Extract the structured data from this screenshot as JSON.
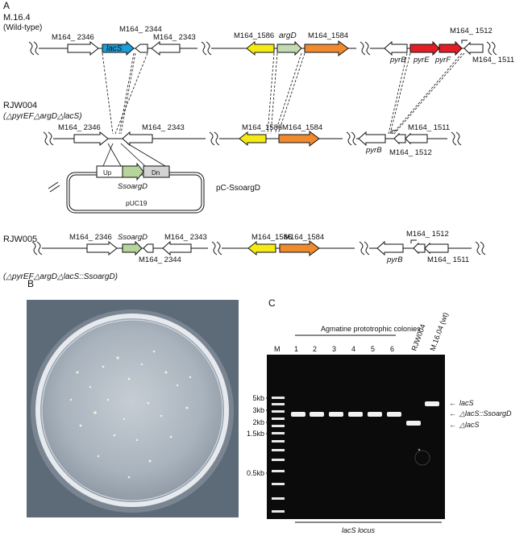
{
  "panels": {
    "a": "A",
    "b": "B",
    "c": "C"
  },
  "panel_a": {
    "wt_strain": "M.16.4",
    "wt_note": "(Wild-type)",
    "rjw004": "RJW004",
    "rjw004_geno": "(△pyrEF△argD△lacS)",
    "rjw005": "RJW005",
    "rjw005_geno": "(△pyrEF△argD△lacS::SsoargD)",
    "plasmid_name": "pC-SsoargD",
    "plasmid_backbone": "pUC19",
    "plasmid_insert": "SsoargD",
    "plasmid_up": "Up",
    "plasmid_dn": "Dn",
    "genes": {
      "m2346": "M164_ 2346",
      "m2344": "M164_ 2344",
      "m2343": "M164_ 2343",
      "m1586": "M164_1586",
      "m1584": "M164_1584",
      "m1512": "M164_ 1512",
      "m1511": "M164_ 1511",
      "lacS": "lacS",
      "argD": "argD",
      "pyrB": "pyrB",
      "pyrE": "pyrE",
      "pyrF": "pyrF",
      "ssoargd": "SsoargD"
    },
    "colors": {
      "lacS": "#1a9fd8",
      "argD": "#c3dbb2",
      "m1586": "#f4ea16",
      "m1584": "#ef8a2e",
      "pyrEF": "#e31e24",
      "ssoargd": "#b6d59d",
      "dn": "#d3d3d3"
    }
  },
  "panel_c": {
    "header": "Agmatine prototrophic colonies",
    "lane_m": "M",
    "lane_numbers": [
      "1",
      "2",
      "3",
      "4",
      "5",
      "6"
    ],
    "lane_rjw004": "RJW004",
    "lane_wt": "M.16.04 (wt)",
    "markers": [
      "5kb",
      "3kb",
      "2kb",
      "1.5kb",
      "0.5kb"
    ],
    "band_lacS": "lacS",
    "band_ssoargd": "△lacS::SsoargD",
    "band_dlacs": "△lacS",
    "locus": "lacS locus"
  }
}
